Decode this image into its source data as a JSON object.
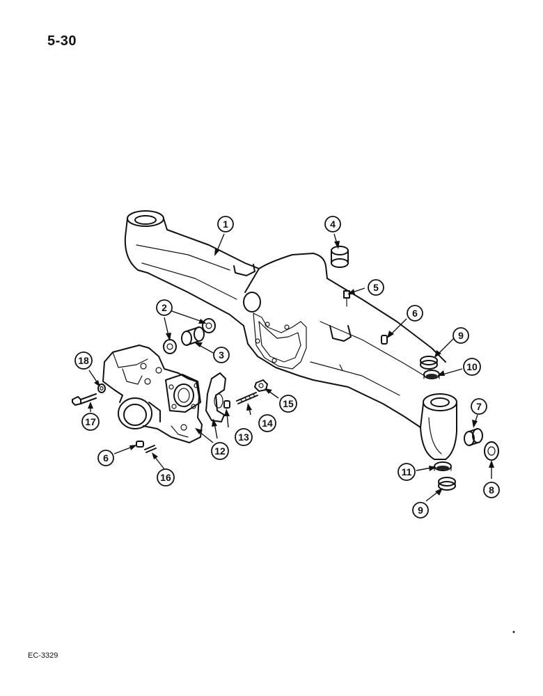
{
  "page_number": "5-30",
  "figure_code": "EC-3329",
  "callouts": [
    {
      "id": "c1",
      "label": "1"
    },
    {
      "id": "c2",
      "label": "2"
    },
    {
      "id": "c3",
      "label": "3"
    },
    {
      "id": "c4",
      "label": "4"
    },
    {
      "id": "c5",
      "label": "5"
    },
    {
      "id": "c6a",
      "label": "6"
    },
    {
      "id": "c6b",
      "label": "6"
    },
    {
      "id": "c7",
      "label": "7"
    },
    {
      "id": "c8",
      "label": "8"
    },
    {
      "id": "c9a",
      "label": "9"
    },
    {
      "id": "c9b",
      "label": "9"
    },
    {
      "id": "c10",
      "label": "10"
    },
    {
      "id": "c11",
      "label": "11"
    },
    {
      "id": "c12",
      "label": "12"
    },
    {
      "id": "c13",
      "label": "13"
    },
    {
      "id": "c14",
      "label": "14"
    },
    {
      "id": "c15",
      "label": "15"
    },
    {
      "id": "c16",
      "label": "16"
    },
    {
      "id": "c17",
      "label": "17"
    },
    {
      "id": "c18",
      "label": "18"
    }
  ]
}
